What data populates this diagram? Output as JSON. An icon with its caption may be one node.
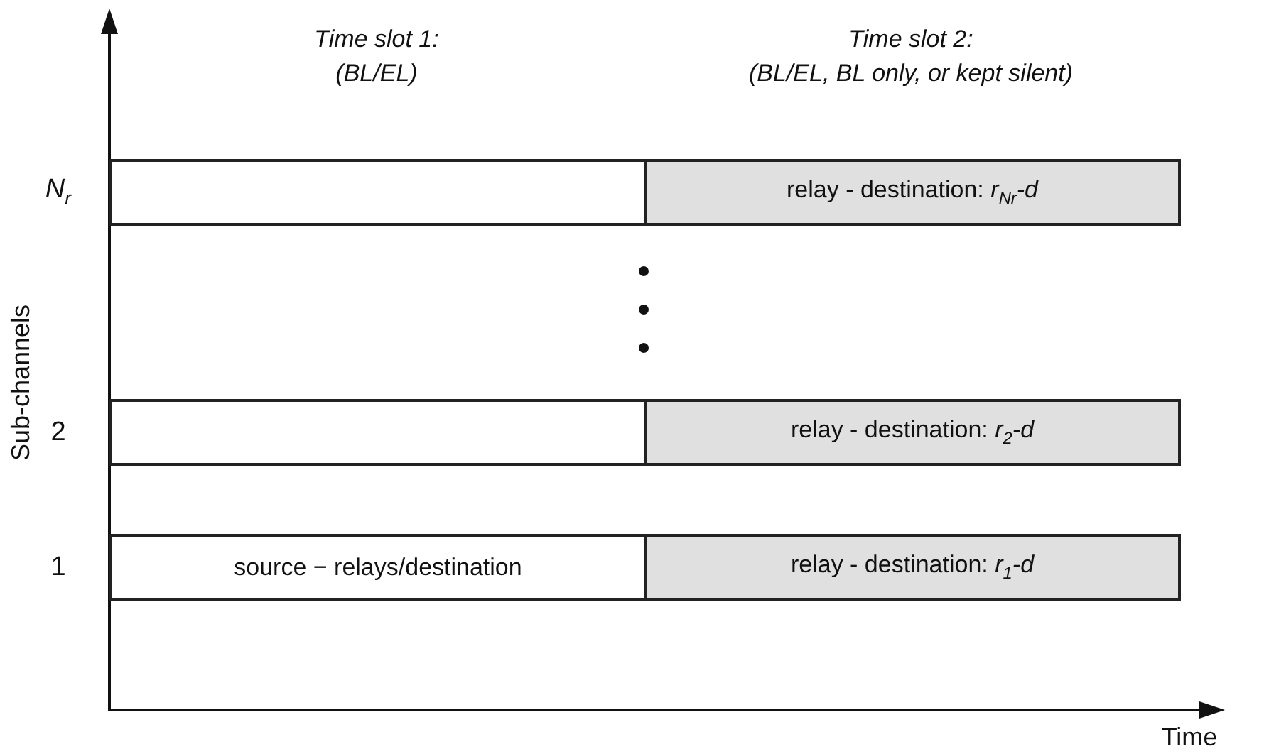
{
  "diagram": {
    "nodes": [
      {
        "text": [],
        "shape": "box"
      },
      {
        "text": [
          "relay - destination: *r*$_{Nr}$*-d*"
        ]
      },
      {
        "text": [],
        "shape": "box"
      },
      {
        "text": [
          "relay - destination: *r*$_{2}$*-d*"
        ]
      },
      {
        "text": [
          "source − relays/destination"
        ]
      },
      {
        "text": [
          "relay - destination: *r*$_{1}$*-d*"
        ]
      }
    ],
    "labels": [
      "Time slot 1: (BL/EL)",
      "Time slot 2: (BL/EL, BL only, or kept silent)",
      "N$_{r}$",
      "2",
      "1",
      "Sub-channels",
      "Time"
    ]
  }
}
